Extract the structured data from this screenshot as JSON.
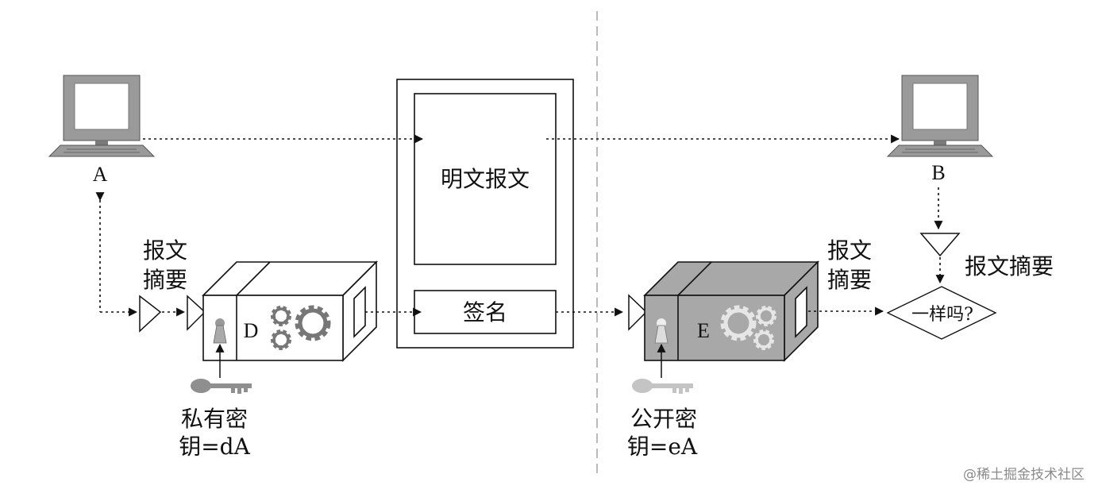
{
  "computer_a": {
    "label": "A"
  },
  "computer_b": {
    "label": "B"
  },
  "plaintext_box": {
    "label": "明文报文"
  },
  "signature_box": {
    "label": "签名"
  },
  "digest_left": {
    "line1": "报文",
    "line2": "摘要"
  },
  "digest_right_box": {
    "line1": "报文",
    "line2": "摘要"
  },
  "digest_b": {
    "label": "报文摘要"
  },
  "device_d": {
    "label": "D"
  },
  "device_e": {
    "label": "E"
  },
  "private_key": {
    "line1": "私有密",
    "line2": "钥=dA"
  },
  "public_key": {
    "line1": "公开密",
    "line2": "钥=eA"
  },
  "compare": {
    "label": "一样吗?"
  },
  "watermark": {
    "text": "@稀土掘金技术社区"
  },
  "colors": {
    "device_d_fill": "#ffffff",
    "device_e_fill": "#a8a8a8",
    "monitor": "#9a9a9a",
    "line": "#111111"
  },
  "icons": [
    "computer-icon",
    "key-icon",
    "gear-icon",
    "keyhole-icon",
    "triangle-icon",
    "diamond-icon"
  ]
}
